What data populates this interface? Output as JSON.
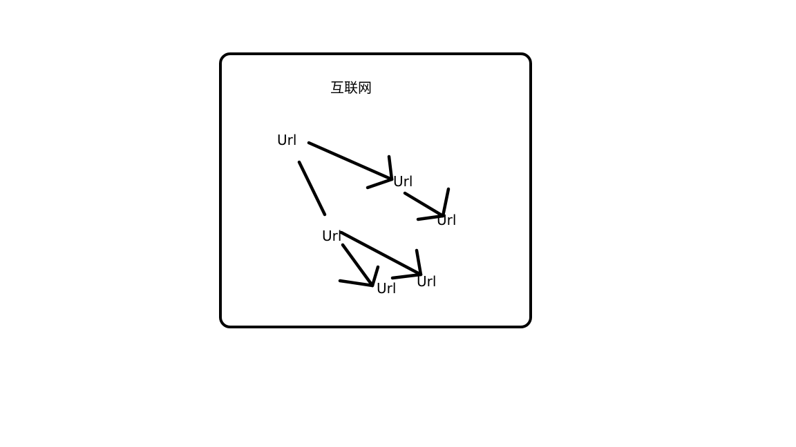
{
  "diagram": {
    "title": "互联网",
    "nodes": [
      {
        "id": "n1",
        "label": "Url"
      },
      {
        "id": "n2",
        "label": "Url"
      },
      {
        "id": "n3",
        "label": "Url"
      },
      {
        "id": "n4",
        "label": "Url"
      },
      {
        "id": "n5",
        "label": "Url"
      },
      {
        "id": "n6",
        "label": "Url"
      }
    ],
    "edges": [
      {
        "from": "n1",
        "to": "n2",
        "arrow": true
      },
      {
        "from": "n2",
        "to": "n3",
        "arrow": true
      },
      {
        "from": "n1",
        "to": "n4",
        "arrow": false
      },
      {
        "from": "n4",
        "to": "n5",
        "arrow": true
      },
      {
        "from": "n4",
        "to": "n6",
        "arrow": true
      }
    ],
    "colors": {
      "stroke": "#000000",
      "background": "#ffffff"
    }
  }
}
